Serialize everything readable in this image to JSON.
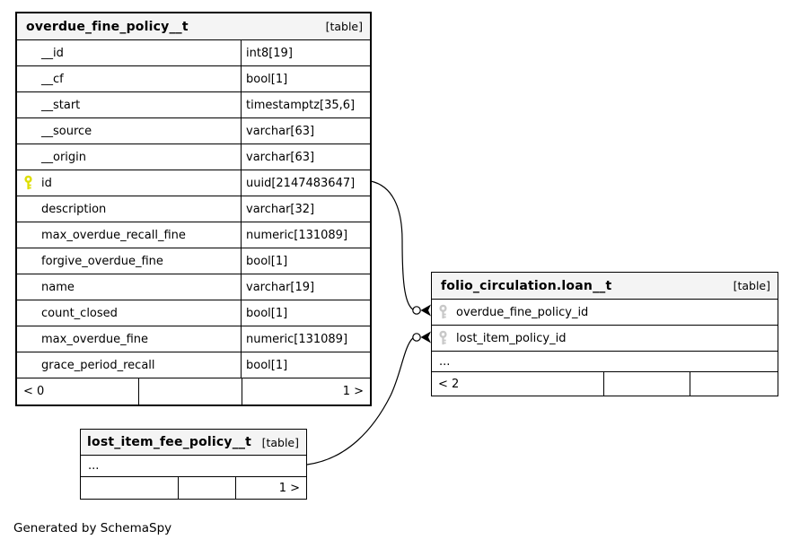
{
  "page": {
    "credit": "Generated by SchemaSpy"
  },
  "colors": {
    "primary_key_icon": "#dede00",
    "foreign_key_icon": "#c8c8c8",
    "header_bg": "#f4f4f4",
    "border": "#000000",
    "row_bg": "#ffffff"
  },
  "tables": {
    "overdue_fine_policy": {
      "title": "overdue_fine_policy__t",
      "badge": "[table]",
      "columns": [
        {
          "name": "__id",
          "type": "int8[19]"
        },
        {
          "name": "__cf",
          "type": "bool[1]"
        },
        {
          "name": "__start",
          "type": "timestamptz[35,6]"
        },
        {
          "name": "__source",
          "type": "varchar[63]"
        },
        {
          "name": "__origin",
          "type": "varchar[63]"
        },
        {
          "name": "id",
          "type": "uuid[2147483647]",
          "key": "primary"
        },
        {
          "name": "description",
          "type": "varchar[32]"
        },
        {
          "name": "max_overdue_recall_fine",
          "type": "numeric[131089]"
        },
        {
          "name": "forgive_overdue_fine",
          "type": "bool[1]"
        },
        {
          "name": "name",
          "type": "varchar[19]"
        },
        {
          "name": "count_closed",
          "type": "bool[1]"
        },
        {
          "name": "max_overdue_fine",
          "type": "numeric[131089]"
        },
        {
          "name": "grace_period_recall",
          "type": "bool[1]"
        }
      ],
      "footer": {
        "left": "< 0",
        "mid": "",
        "right": "1 >"
      }
    },
    "loan": {
      "title": "folio_circulation.loan__t",
      "badge": "[table]",
      "columns": [
        {
          "name": "overdue_fine_policy_id",
          "key": "foreign"
        },
        {
          "name": "lost_item_policy_id",
          "key": "foreign"
        }
      ],
      "ellipsis": "...",
      "footer": {
        "left": "< 2",
        "mid": "",
        "right": ""
      }
    },
    "lost_item_fee_policy": {
      "title": "lost_item_fee_policy__t",
      "badge": "[table]",
      "ellipsis": "...",
      "footer": {
        "left": "",
        "mid": "",
        "right": "1 >"
      }
    }
  },
  "relationships": [
    {
      "from": "overdue_fine_policy__t.id",
      "to": "folio_circulation.loan__t.overdue_fine_policy_id"
    },
    {
      "from": "lost_item_fee_policy__t",
      "to": "folio_circulation.loan__t.lost_item_policy_id"
    }
  ]
}
